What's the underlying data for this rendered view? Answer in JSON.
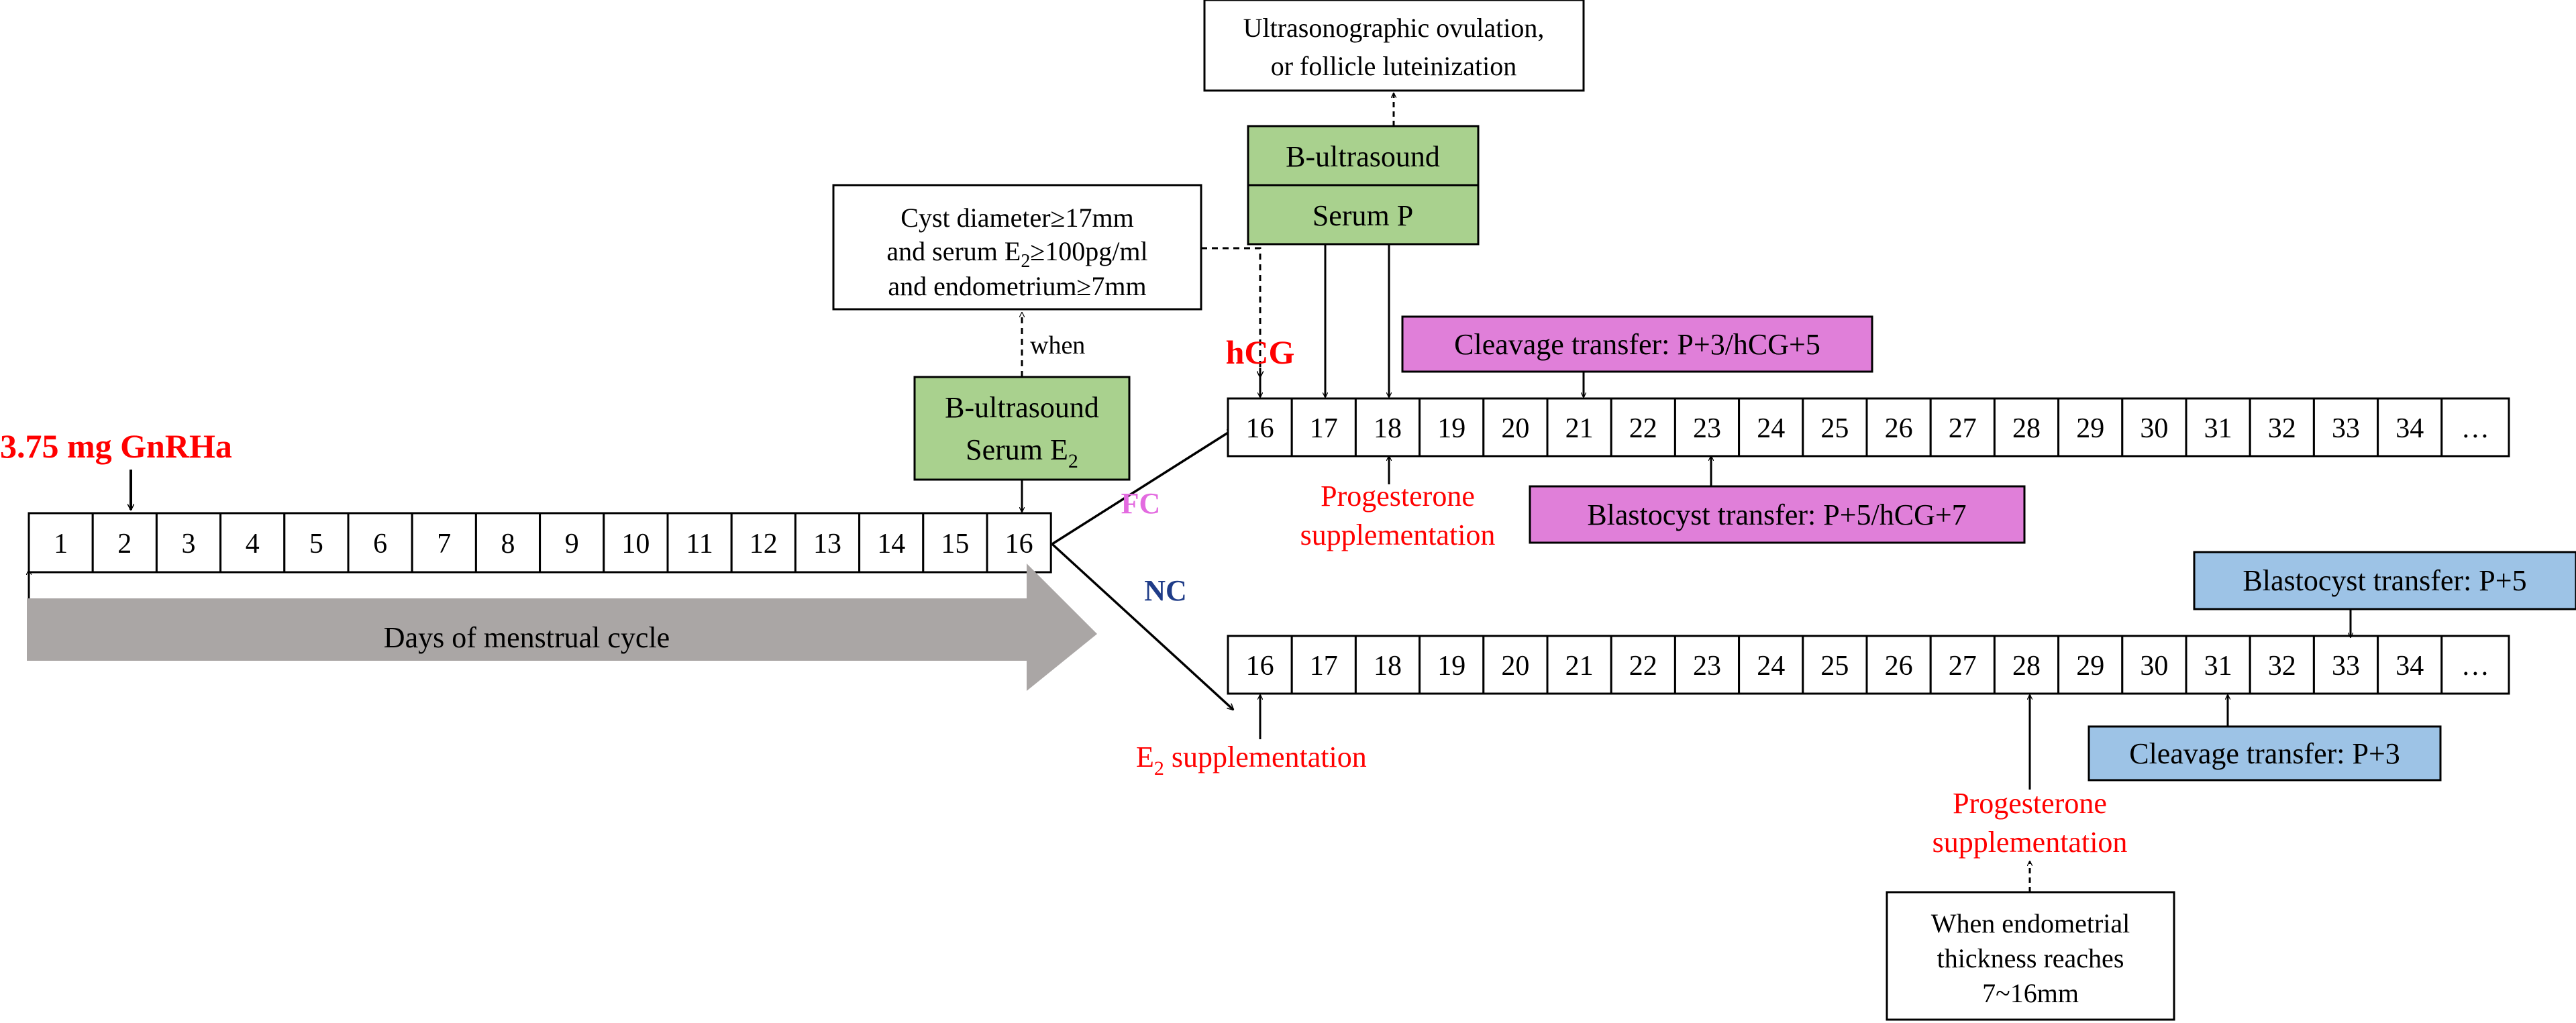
{
  "colors": {
    "red": "#ff0000",
    "fc_pink": "#e36be0",
    "nc_navy": "#1f3c88",
    "green_fill": "#a9d18e",
    "pink_fill": "#e07fd9",
    "blue_fill": "#9dc3e6",
    "arrow_gray": "#aaa6a5"
  },
  "labels": {
    "gnrha": "3.75 mg GnRHa",
    "days_arrow": "Days of menstrual cycle",
    "fc": "FC",
    "nc": "NC",
    "hcg": "hCG",
    "when": "when",
    "ellipsis": "…",
    "cyst_line1": "Cyst diameter≥17mm",
    "cyst_line2_pre": "and serum E",
    "cyst_line2_sub": "2",
    "cyst_line2_post": "≥100pg/ml",
    "cyst_line3": "and endometrium≥7mm",
    "bus_e2_line1": "B-ultrasound",
    "bus_e2_line2_pre": "Serum E",
    "bus_e2_line2_sub": "2",
    "ovulation_line1": "Ultrasonographic ovulation,",
    "ovulation_line2": "or follicle luteinization",
    "bus": "B-ultrasound",
    "serum_p": "Serum P",
    "fc_cleavage": "Cleavage transfer: P+3/hCG+5",
    "fc_blastocyst": "Blastocyst transfer: P+5/hCG+7",
    "prog_line1": "Progesterone",
    "prog_line2": "supplementation",
    "e2sup_pre": "E",
    "e2sup_sub": "2",
    "e2sup_post": " supplementation",
    "nc_blastocyst": "Blastocyst transfer: P+5",
    "nc_cleavage": "Cleavage transfer: P+3",
    "nc_prog_line1": "Progesterone",
    "nc_prog_line2": "supplementation",
    "endo_line1": "When endometrial",
    "endo_line2": "thickness reaches",
    "endo_line3": "7~16mm"
  },
  "day_rows": {
    "main": [
      "1",
      "2",
      "3",
      "4",
      "5",
      "6",
      "7",
      "8",
      "9",
      "10",
      "11",
      "12",
      "13",
      "14",
      "15",
      "16"
    ],
    "fc": [
      "16",
      "17",
      "18",
      "19",
      "20",
      "21",
      "22",
      "23",
      "24",
      "25",
      "26",
      "27",
      "28",
      "29",
      "30",
      "31",
      "32",
      "33",
      "34"
    ],
    "nc": [
      "16",
      "17",
      "18",
      "19",
      "20",
      "21",
      "22",
      "23",
      "24",
      "25",
      "26",
      "27",
      "28",
      "29",
      "30",
      "31",
      "32",
      "33",
      "34"
    ]
  }
}
